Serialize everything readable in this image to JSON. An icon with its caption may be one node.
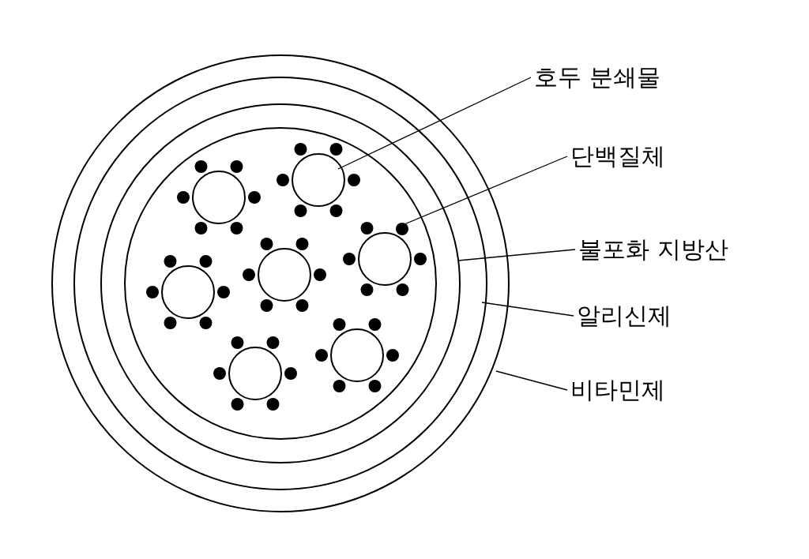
{
  "diagram": {
    "nodes": [
      {
        "text": [],
        "shape": "circle"
      },
      {
        "text": [],
        "shape": "circle",
        "in": 0
      },
      {
        "text": [],
        "shape": "circle",
        "in": 1
      },
      {
        "text": [],
        "shape": "circle",
        "in": 2
      },
      {
        "text": [],
        "shape": "circle",
        "in": 3
      },
      {
        "text": [],
        "shape": "circle",
        "in": 3
      },
      {
        "text": [],
        "shape": "circle",
        "in": 3
      },
      {
        "text": [],
        "shape": "circle",
        "in": 3
      },
      {
        "text": [],
        "shape": "circle",
        "in": 3
      },
      {
        "text": [],
        "shape": "circle",
        "in": 3
      },
      {
        "text": [],
        "shape": "circle",
        "in": 3
      },
      {
        "text": [],
        "shape": "circle",
        "in": 3
      },
      {
        "text": [
          "호두 분쇄물"
        ]
      },
      {
        "text": [
          "단백질체"
        ]
      },
      {
        "text": [
          "불포화 지방산"
        ]
      },
      {
        "text": [
          "알리신제"
        ]
      },
      {
        "text": [
          "비타민제"
        ]
      }
    ],
    "edges": [
      {
        "from": 12,
        "to": 4,
        "arrow": "none"
      },
      {
        "from": 13,
        "to": 11,
        "arrow": "none"
      },
      {
        "from": 14,
        "to": 2,
        "arrow": "none"
      },
      {
        "from": 15,
        "to": 1,
        "arrow": "none"
      },
      {
        "from": 16,
        "to": 0,
        "arrow": "none"
      }
    ]
  }
}
